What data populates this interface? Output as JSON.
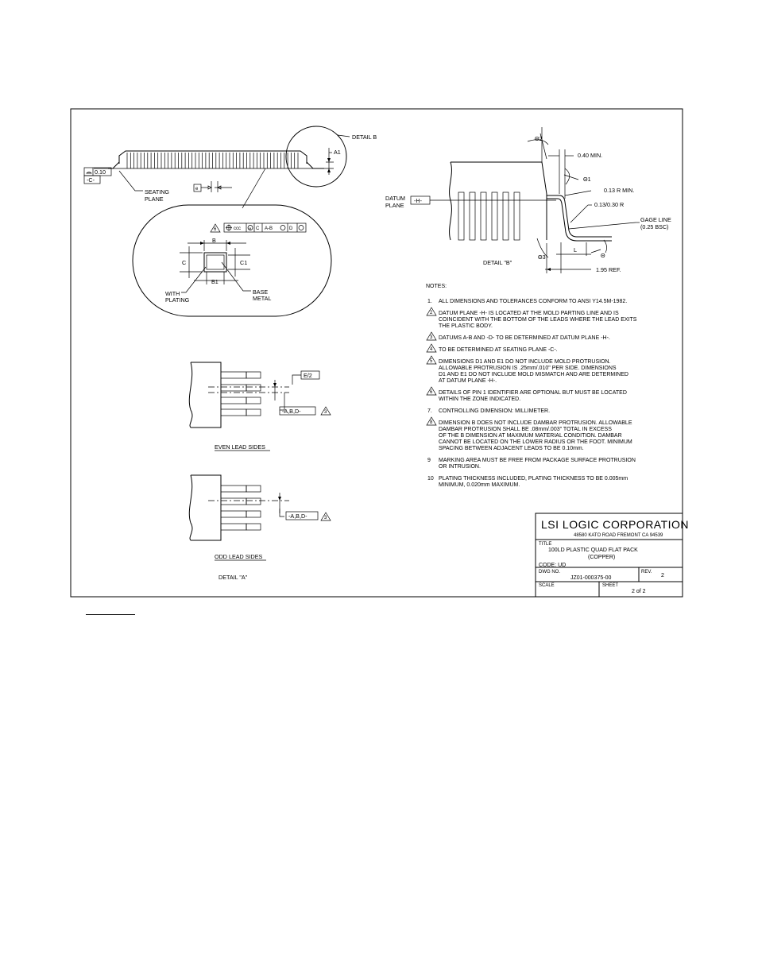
{
  "detail_b_label": "DETAIL B",
  "side_view": {
    "flatness": "0.10",
    "datum_c": "-C-",
    "seating_plane": [
      "SEATING",
      "PLANE"
    ],
    "dim_e": "e",
    "dim_a1": "A1"
  },
  "lead_section": {
    "tolerance_frame": [
      "ccc",
      "C",
      "A-B",
      "D"
    ],
    "dims": {
      "b": "B",
      "c": "C",
      "c1": "C1",
      "b1": "B1"
    },
    "with_plating": [
      "WITH",
      "PLATING"
    ],
    "base_metal": [
      "BASE",
      "METAL"
    ],
    "note_flag": "6"
  },
  "detail_b": {
    "theta2": "Θ2",
    "min040": "0.40 MIN.",
    "theta1": "Θ1",
    "r013": "0.13 R MIN.",
    "r013030": "0.13/0.30 R",
    "gage_line": [
      "GAGE LINE",
      "(0.25 BSC)"
    ],
    "datum_plane": [
      "DATUM",
      "PLANE"
    ],
    "datum_h": "-H-",
    "theta3": "Θ3",
    "dim_l": "L",
    "theta": "Θ",
    "ref195": "1.95 REF.",
    "caption": "DETAIL \"B\""
  },
  "detail_a": {
    "e2": "E/2",
    "datum_ref": "-A,B,D-",
    "flag": "3",
    "even_label": "EVEN LEAD SIDES",
    "odd_label": "ODD LEAD SIDES",
    "caption": "DETAIL \"A\""
  },
  "notes": {
    "heading": "NOTES:",
    "items": [
      {
        "num": "1.",
        "flag": false,
        "lines": [
          "ALL DIMENSIONS AND TOLERANCES CONFORM TO ANSI Y14.5M-1982."
        ]
      },
      {
        "num": "2",
        "flag": true,
        "lines": [
          "DATUM PLANE -H- IS LOCATED AT THE MOLD PARTING LINE AND IS",
          "COINCIDENT WITH THE BOTTOM OF THE LEADS WHERE THE LEAD EXITS",
          "THE PLASTIC BODY."
        ]
      },
      {
        "num": "3",
        "flag": true,
        "lines": [
          "DATUMS A-B AND -D- TO BE DETERMINED AT DATUM PLANE -H-."
        ]
      },
      {
        "num": "4",
        "flag": true,
        "lines": [
          "TO BE DETERMINED AT SEATING PLANE -C-."
        ]
      },
      {
        "num": "5",
        "flag": true,
        "lines": [
          "DIMENSIONS D1 AND E1 DO NOT INCLUDE MOLD PROTRUSION.",
          "ALLOWABLE PROTRUSION IS .25mm/.010\" PER SIDE. DIMENSIONS",
          "D1 AND E1 DO NOT INCLUDE MOLD MISMATCH AND ARE DETERMINED",
          "AT DATUM PLANE -H-."
        ]
      },
      {
        "num": "6",
        "flag": true,
        "lines": [
          "DETAILS OF PIN 1 IDENTIFIER ARE OPTIONAL BUT MUST BE LOCATED",
          "WITHIN THE ZONE INDICATED."
        ]
      },
      {
        "num": "7.",
        "flag": false,
        "lines": [
          "CONTROLLING DIMENSION: MILLIMETER."
        ]
      },
      {
        "num": "8",
        "flag": true,
        "lines": [
          "DIMENSION B DOES NOT INCLUDE DAMBAR PROTRUSION. ALLOWABLE",
          "DAMBAR PROTRUSION SHALL BE .08mm/.003\" TOTAL IN EXCESS",
          "OF THE B DIMENSION AT MAXIMUM MATERIAL CONDITION. DAMBAR",
          "CANNOT BE LOCATED ON THE LOWER RADIUS OR THE FOOT. MINIMUM",
          "SPACING BETWEEN ADJACENT LEADS TO BE 0.10mm."
        ]
      },
      {
        "num": "9",
        "flag": false,
        "lines": [
          "MARKING AREA MUST BE FREE FROM PACKAGE SURFACE PROTRUSION",
          "OR INTRUSION."
        ]
      },
      {
        "num": "10",
        "flag": false,
        "lines": [
          "PLATING THICKNESS INCLUDED, PLATING THICKNESS TO BE 0.005mm",
          "MINIMUM, 0.020mm MAXIMUM."
        ]
      }
    ]
  },
  "title_block": {
    "company": "LSI LOGIC CORPORATION",
    "address": "48580 KATO ROAD   FREMONT  CA  94539",
    "title_label": "TITLE",
    "title_line1": "100LD    PLASTIC QUAD FLAT PACK",
    "title_line2": "(COPPER)",
    "code": "CODE: UD",
    "dwg_label": "DWG NO.",
    "dwg_value": "JZ01-000375-00",
    "rev_label": "REV.",
    "rev_value": "2",
    "scale_label": "SCALE",
    "sheet_label": "SHEET",
    "sheet_value": "2  of  2"
  }
}
